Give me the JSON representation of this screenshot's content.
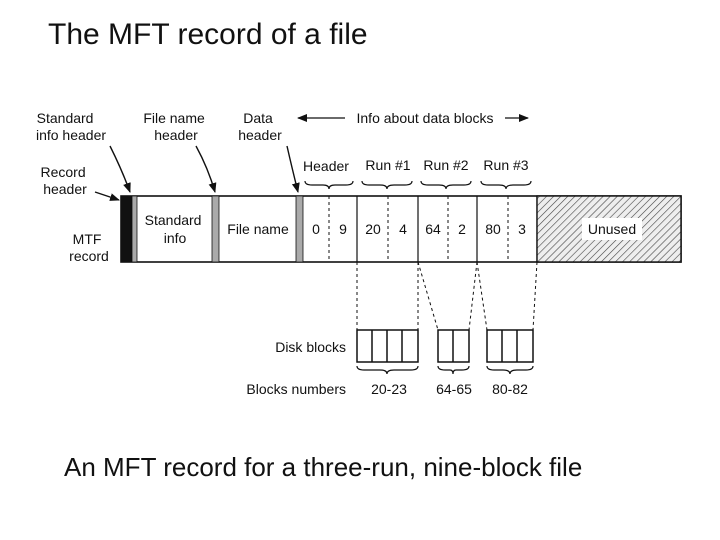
{
  "title": "The MFT record of a file",
  "caption": "An MFT record for a three-run, nine-block file",
  "labels": {
    "standard_info_header": [
      "Standard",
      "info header"
    ],
    "file_name_header": [
      "File name",
      "header"
    ],
    "data_header": [
      "Data",
      "header"
    ],
    "info_about_data_blocks": "Info about data blocks",
    "record_header": [
      "Record",
      "header"
    ],
    "mtf_record": [
      "MTF",
      "record"
    ],
    "header": "Header",
    "run1": "Run #1",
    "run2": "Run #2",
    "run3": "Run #3",
    "disk_blocks": "Disk blocks",
    "blocks_numbers": "Blocks numbers"
  },
  "record": {
    "standard_info": [
      "Standard",
      "info"
    ],
    "file_name": "File name",
    "header_values": [
      "0",
      "9"
    ],
    "run1_values": [
      "20",
      "4"
    ],
    "run2_values": [
      "64",
      "2"
    ],
    "run3_values": [
      "80",
      "3"
    ],
    "unused": "Unused"
  },
  "block_ranges": [
    "20-23",
    "64-65",
    "80-82"
  ],
  "disk_block_counts": [
    4,
    2,
    3
  ],
  "colors": {
    "line": "#111111",
    "hatch_bg": "#eeeeee",
    "separator": "#aaaaaa",
    "header_bar": "#111111"
  }
}
